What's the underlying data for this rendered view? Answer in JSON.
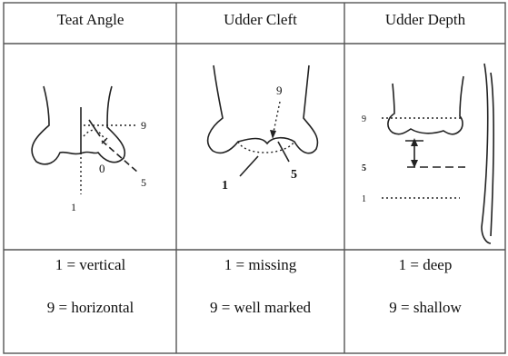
{
  "columns": [
    {
      "header": "Teat Angle",
      "diagram_labels": [
        "9",
        "0",
        "5",
        "1"
      ],
      "legend_low": "1 = vertical",
      "legend_high": "9 = horizontal"
    },
    {
      "header": "Udder Cleft",
      "diagram_labels": [
        "9",
        "1",
        "5"
      ],
      "legend_low": "1 = missing",
      "legend_high": "9 = well marked"
    },
    {
      "header": "Udder Depth",
      "diagram_labels": [
        "9",
        "5",
        "1"
      ],
      "legend_low": "1 = deep",
      "legend_high": "9 = shallow"
    }
  ]
}
